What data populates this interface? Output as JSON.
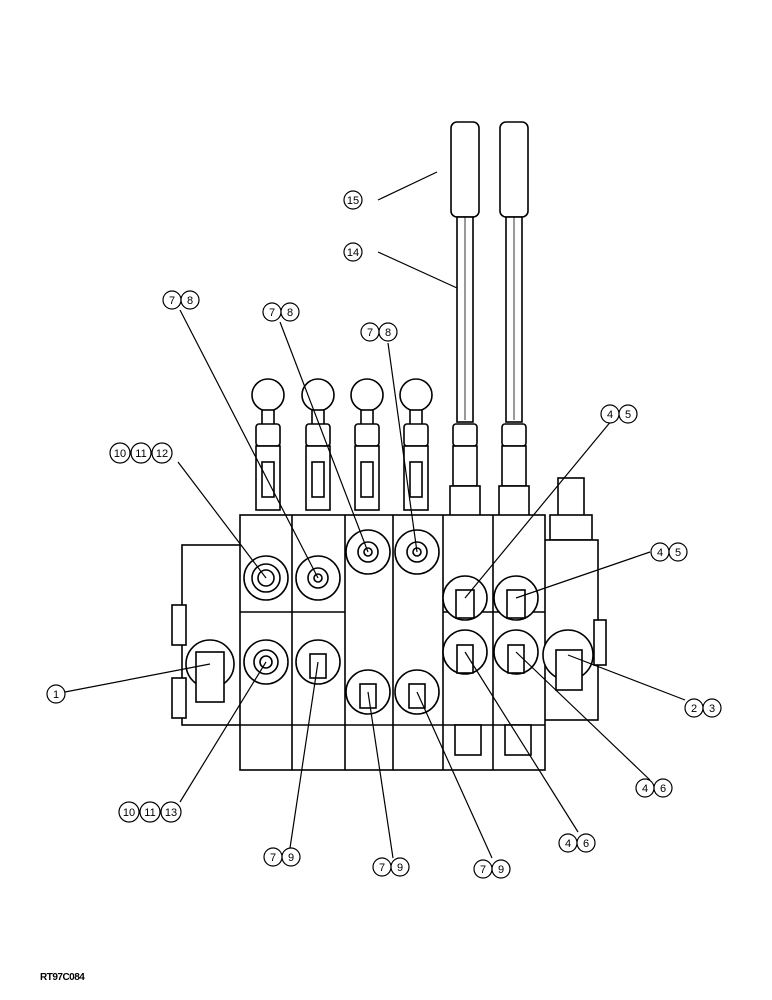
{
  "callouts": [
    {
      "id": "c15",
      "items": [
        "15"
      ]
    },
    {
      "id": "c14",
      "items": [
        "14"
      ]
    },
    {
      "id": "c78a",
      "items": [
        "7",
        "8"
      ]
    },
    {
      "id": "c78b",
      "items": [
        "7",
        "8"
      ]
    },
    {
      "id": "c78c",
      "items": [
        "7",
        "8"
      ]
    },
    {
      "id": "c45a",
      "items": [
        "4",
        "5"
      ]
    },
    {
      "id": "c45b",
      "items": [
        "4",
        "5"
      ]
    },
    {
      "id": "c101112",
      "items": [
        "10",
        "11",
        "12"
      ]
    },
    {
      "id": "c1",
      "items": [
        "1"
      ]
    },
    {
      "id": "c23",
      "items": [
        "2",
        "3"
      ]
    },
    {
      "id": "c46a",
      "items": [
        "4",
        "6"
      ]
    },
    {
      "id": "c46b",
      "items": [
        "4",
        "6"
      ]
    },
    {
      "id": "c101113",
      "items": [
        "10",
        "11",
        "13"
      ]
    },
    {
      "id": "c79a",
      "items": [
        "7",
        "9"
      ]
    },
    {
      "id": "c79b",
      "items": [
        "7",
        "9"
      ]
    },
    {
      "id": "c79c",
      "items": [
        "7",
        "9"
      ]
    }
  ],
  "reference_code": "RT97C084"
}
